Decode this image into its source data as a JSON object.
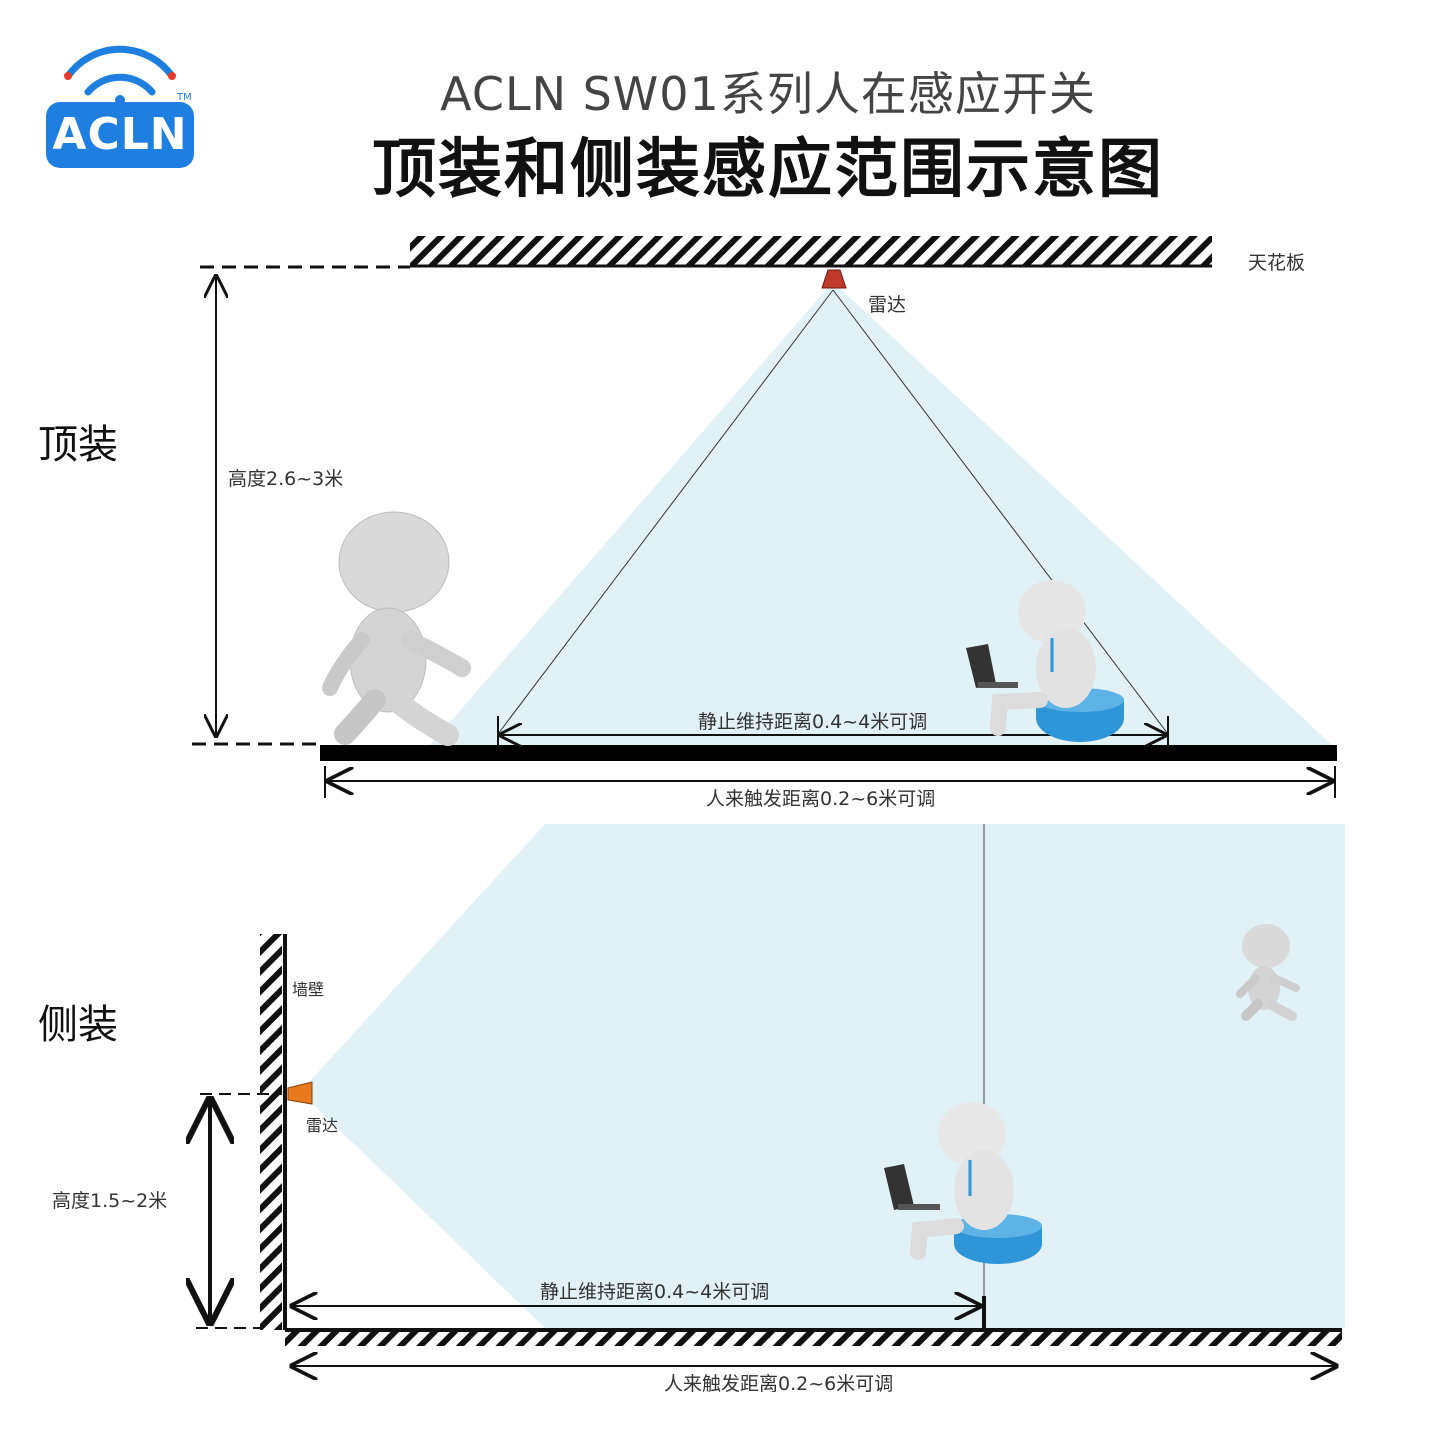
{
  "brand": {
    "logo_text": "ACLN",
    "tm": "TM",
    "color_blue": "#1f7fe0",
    "color_red": "#e03a2c"
  },
  "header": {
    "subtitle": "ACLN SW01系列人在感应开关",
    "title": "顶装和侧装感应范围示意图"
  },
  "top_mount": {
    "section_label": "顶装",
    "ceiling_label": "天花板",
    "radar_label": "雷达",
    "height_label": "高度2.6~3米",
    "static_label": "静止维持距离0.4~4米可调",
    "trigger_label": "人来触发距离0.2~6米可调"
  },
  "side_mount": {
    "section_label": "侧装",
    "wall_label": "墙壁",
    "radar_label": "雷达",
    "height_label": "高度1.5~2米",
    "static_label": "静止维持距离0.4~4米可调",
    "trigger_label": "人来触发距离0.2~6米可调"
  },
  "colors": {
    "beam": "#dceef4",
    "radar_top": "#c0392b",
    "radar_side": "#e8781e",
    "seat": "#2e95d6"
  }
}
